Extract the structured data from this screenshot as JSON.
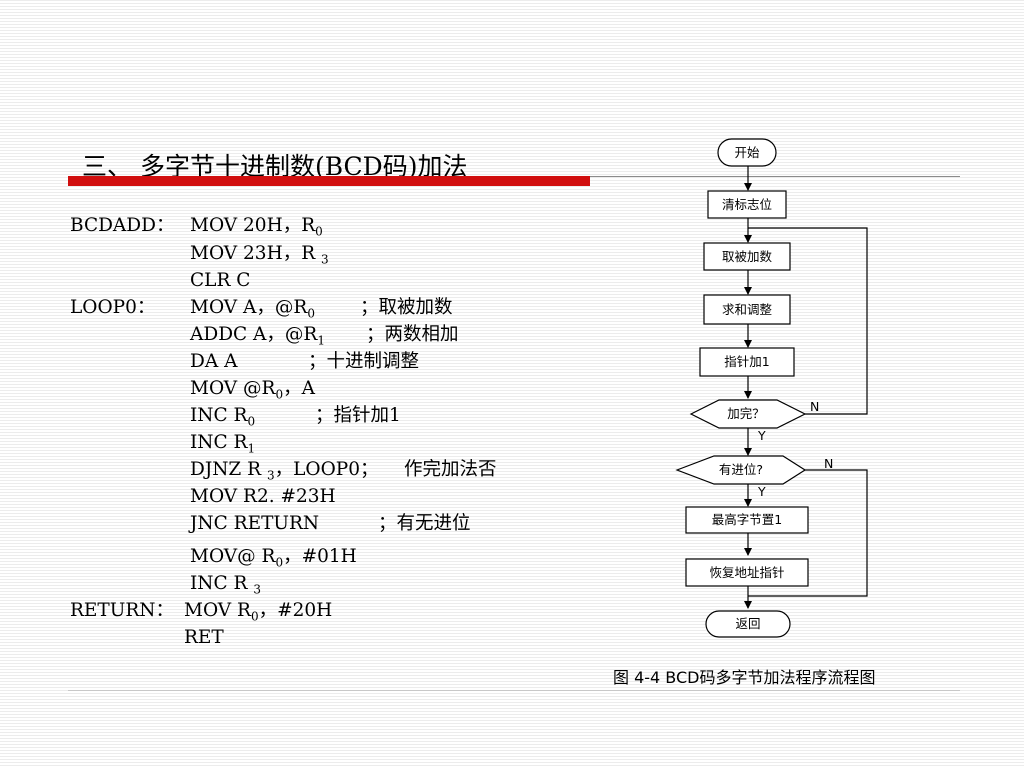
{
  "title": "三、 多字节十进制数(BCD码)加法",
  "code": {
    "l1": {
      "label": "BCDADD：",
      "instr": "MOV 20H，R",
      "sub": "0"
    },
    "l2": {
      "instr": "MOV 23H，R ",
      "sub": "3"
    },
    "l3": {
      "instr": "CLR C"
    },
    "l4": {
      "label": "LOOP0：",
      "instr": "MOV A，@R",
      "sub": "0",
      "comment": "；取被加数"
    },
    "l5": {
      "instr": "ADDC A，@R",
      "sub": "1",
      "comment": "；两数相加"
    },
    "l6": {
      "instr": "DA A",
      "comment": "；十进制调整"
    },
    "l7": {
      "instr": "MOV @R",
      "sub": "0",
      "rest": "，A"
    },
    "l8": {
      "instr": "INC R",
      "sub": "0",
      "comment": "；指针加1"
    },
    "l9": {
      "instr": "INC R",
      "sub": "1"
    },
    "l10": {
      "instr": "DJNZ R ",
      "sub": "3",
      "rest": "，LOOP0；",
      "comment": "作完加法否"
    },
    "l11": {
      "instr": "MOV  R2. #23H"
    },
    "l12": {
      "instr": "JNC  RETURN",
      "comment": "；有无进位"
    },
    "l13": {
      "instr": "MOV@ R",
      "sub": "0",
      "rest": "，#01H"
    },
    "l14": {
      "instr": "INC R ",
      "sub": "3"
    },
    "l15": {
      "label": "RETURN：",
      "instr": "MOV R",
      "sub": "0",
      "rest": "，#20H"
    },
    "l16": {
      "instr": "RET"
    }
  },
  "flowchart": {
    "start": "开始",
    "clear_flag": "清标志位",
    "fetch_addend": "取被加数",
    "sum_adjust": "求和调整",
    "pointer_inc": "指针加1",
    "done_q": "加完？",
    "carry_q": "有进位?",
    "set_high_byte": "最高字节置1",
    "restore_pointer": "恢复地址指针",
    "return": "返回",
    "yes": "Y",
    "no": "N"
  },
  "caption": "图 4-4  BCD码多字节加法程序流程图"
}
